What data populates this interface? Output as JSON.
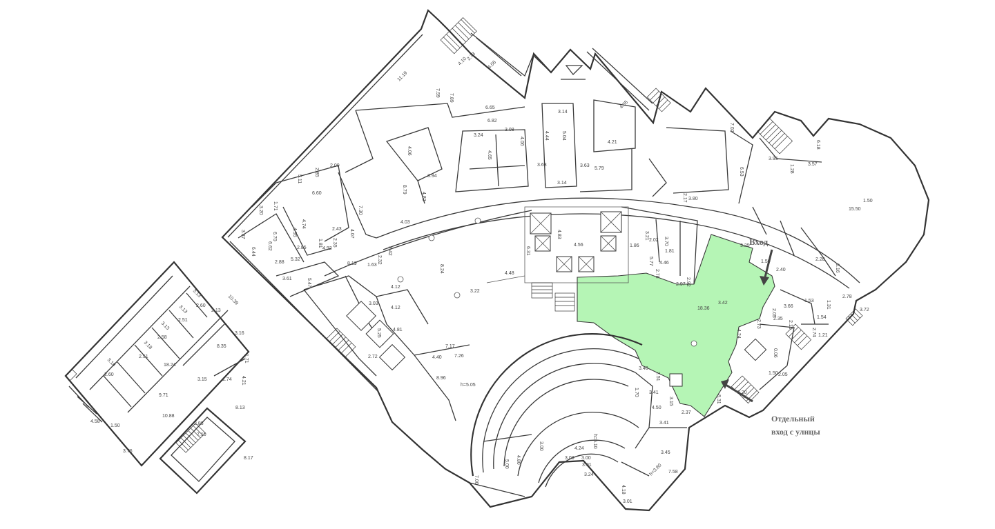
{
  "plan": {
    "labels": {
      "entrance": "Вход",
      "street_entrance_line1": "Отдельный",
      "street_entrance_line2": "вход с улицы"
    },
    "colors": {
      "highlight": "#b5f5b5",
      "walls": "#3a3a3a",
      "background": "#ffffff"
    },
    "dimensions": [
      "11.19",
      "7.59",
      "7.89",
      "4.10",
      "2.73",
      "4.06",
      "6.65",
      "6.82",
      "3.24",
      "3.08",
      "4.06",
      "4.06",
      "4.65",
      "3.14",
      "4.44",
      "5.04",
      "4.35",
      "4.21",
      "7.02",
      "6.18",
      "3.95",
      "1.28",
      "3.57",
      "15.50",
      "1.50",
      "5.11",
      "2.85",
      "2.00",
      "6.60",
      "3.20",
      "1.71",
      "4.74",
      "3.37",
      "6.70",
      "6.62",
      "4.95",
      "2.43",
      "2.35",
      "4.07",
      "6.44",
      "2.88",
      "5.32",
      "2.85",
      "1.81",
      "4.92",
      "2.32",
      "2.42",
      "1.63",
      "8.19",
      "3.61",
      "5.47",
      "7.30",
      "4.03",
      "8.79",
      "4.82",
      "3.94",
      "3.63",
      "3.63",
      "5.79",
      "3.14",
      "2.17",
      "3.80",
      "6.53",
      "8.24",
      "3.22",
      "4.48",
      "4.83",
      "4.56",
      "6.31",
      "3.21",
      "1.86",
      "2.02",
      "3.70",
      "1.81",
      "5.77",
      "2.78",
      "4.46",
      "2.92",
      "2.97",
      "3.25",
      "1.50",
      "2.40",
      "2.28",
      "6.16",
      "3.42",
      "18.36",
      "2.05",
      "3.66",
      "1.53",
      "1.31",
      "2.78",
      "3.72",
      "2.73",
      "2.35",
      "2.10",
      "2.74",
      "1.54",
      "1.21",
      "4.24",
      "0.06",
      "1.50",
      "2.05",
      "8.31",
      "2.20",
      "4.12",
      "3.03",
      "4.12",
      "4.81",
      "5.25",
      "2.72",
      "4.40",
      "8.96",
      "7.17",
      "7.26",
      "h=5.05",
      "3.48",
      "2.51",
      "1.70",
      "3.41",
      "3.15",
      "4.50",
      "2.37",
      "3.41",
      "3.45",
      "7.58",
      "h=3.80",
      "4.18",
      "3.01",
      "3.00",
      "5.00",
      "4.80",
      "7.00",
      "4.24",
      "3.00",
      "3.00",
      "3.01",
      "3.24",
      "h=5.10",
      "10.39",
      "3.13",
      "2.60",
      "2.13",
      "3.13",
      "2.51",
      "3.16",
      "3.13",
      "2.58",
      "8.35",
      "3.18",
      "2.51",
      "18.24",
      "1.71",
      "3.18",
      "2.60",
      "9.71",
      "3.15",
      "4.21",
      "1.74",
      "10.88",
      "4.58",
      "1.50",
      "3.76",
      "8.13",
      "2.88",
      "7.10",
      "8.17"
    ]
  }
}
